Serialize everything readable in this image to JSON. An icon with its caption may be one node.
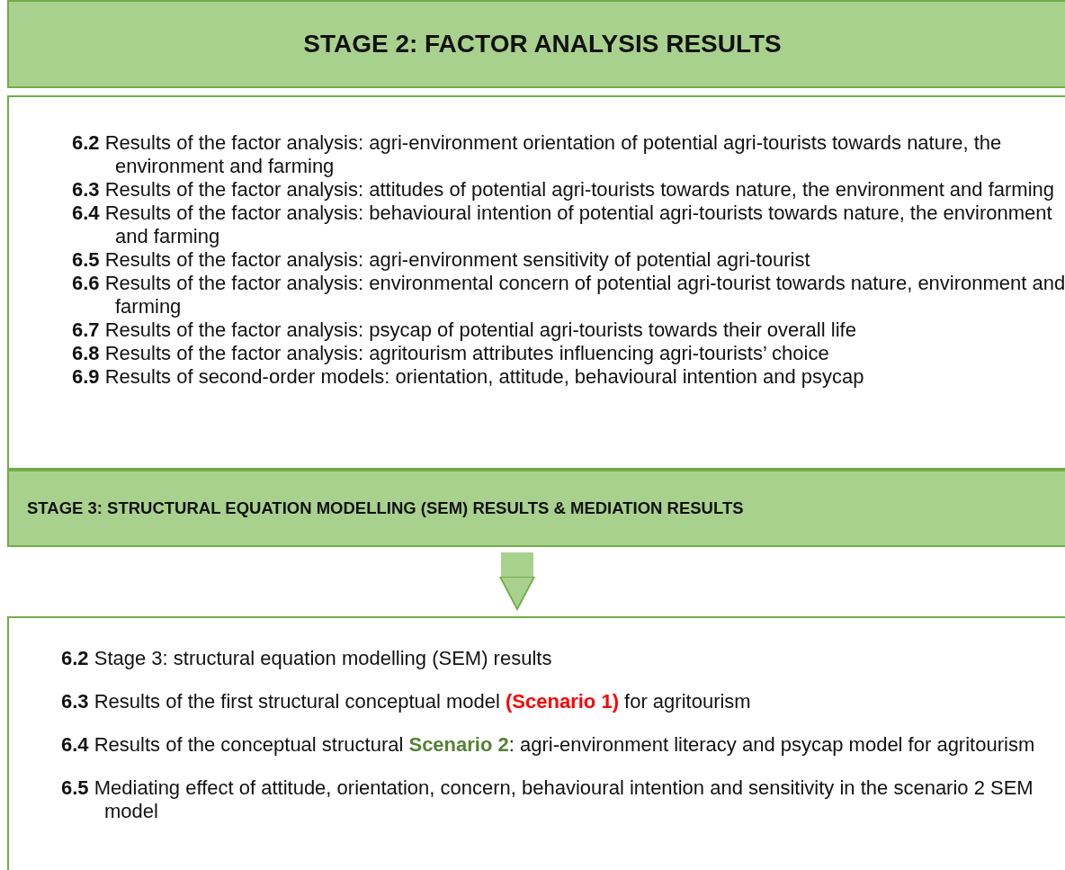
{
  "diagram": {
    "nodes": [
      {
        "text": [
          "STAGE 2: FACTOR ANALYSIS RESULTS"
        ]
      },
      {
        "text": [
          "**6.2** Results of the factor analysis: agri-environment orientation of potential agri-tourists towards nature, the environment and farming",
          "**6.3** Results of the factor analysis: attitudes of potential agri-tourists towards nature, the environment and farming",
          "**6.4** Results of the factor analysis: behavioural intention of potential agri-tourists towards nature, the environment and farming",
          "**6.5** Results of the factor analysis: agri-environment sensitivity of potential agri-tourist",
          "**6.6** Results of the factor analysis: environmental concern of potential agri-tourist towards nature, environment and farming",
          "**6.7** Results of the factor analysis: psycap of potential agri-tourists towards their overall life",
          "**6.8** Results of the factor analysis: agritourism attributes influencing agri-tourists’ choice",
          "**6.9** Results of second-order models: orientation, attitude, behavioural intention and psycap"
        ]
      },
      {
        "text": [
          "STAGE 3: STRUCTURAL EQUATION MODELLING (SEM) RESULTS & MEDIATION RESULTS"
        ]
      },
      {
        "text": [
          "**6.2** Stage 3: structural equation modelling (SEM) results",
          "**6.3** Results of the first structural conceptual model **(Scenario 1)** for agritourism",
          "**6.4** Results of the conceptual structural **Scenario 2**: agri-environment literacy and psycap model for agritourism",
          "**6.5** Mediating effect of attitude, orientation, concern, behavioural intention and sensitivity in the scenario 2 SEM model"
        ]
      }
    ],
    "edges": [
      {
        "from": 2,
        "to": 3,
        "arrow": "to"
      }
    ]
  }
}
